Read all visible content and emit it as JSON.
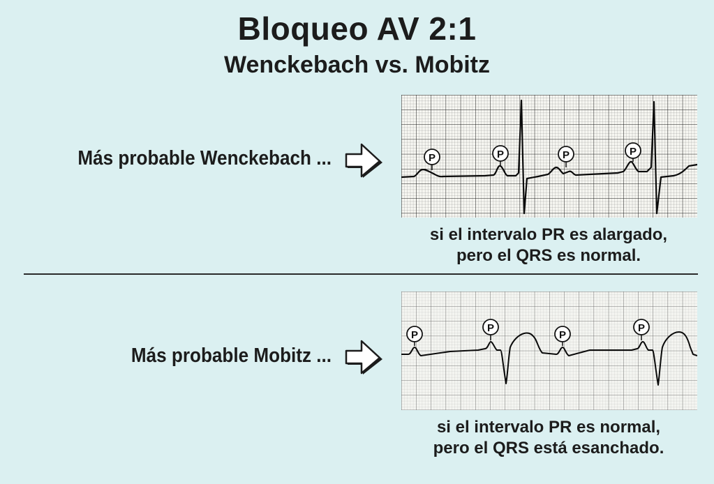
{
  "title": "Bloqueo AV 2:1",
  "subtitle": "Wenckebach vs. Mobitz",
  "panels": [
    {
      "label": "Más probable Wenckebach ...",
      "p_marker": "P",
      "caption_line1": "si el intervalo PR es alargado,",
      "caption_line2": "pero el QRS es normal."
    },
    {
      "label": "Más probable Mobitz ...",
      "p_marker": "P",
      "caption_line1": "si el intervalo PR es normal,",
      "caption_line2": "pero el QRS está esanchado."
    }
  ]
}
